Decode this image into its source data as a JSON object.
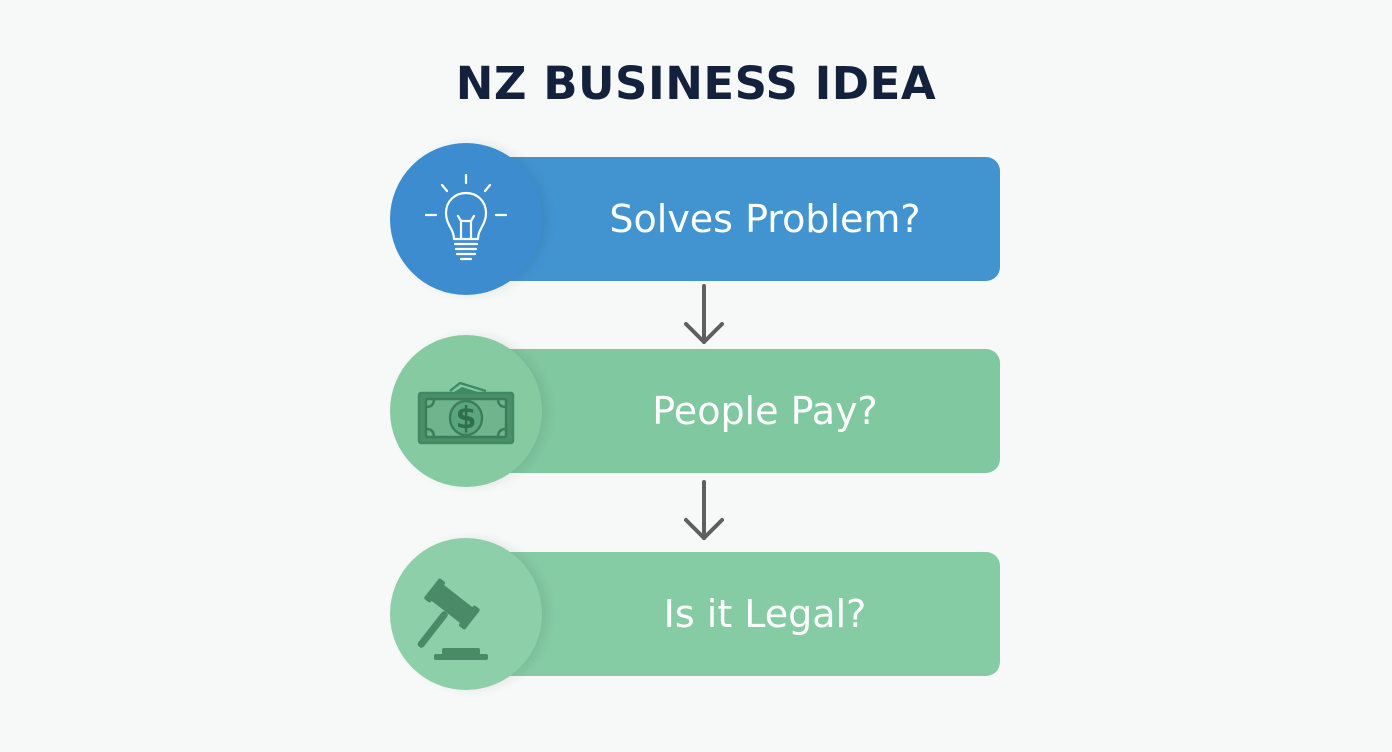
{
  "diagram": {
    "title": "NZ BUSINESS IDEA",
    "steps": [
      {
        "label": "Solves Problem?",
        "icon": "lightbulb-icon",
        "color": "#4294d1",
        "circle_color": "#3d8cd0"
      },
      {
        "label": "People Pay?",
        "icon": "money-icon",
        "color": "#7fc8a0",
        "circle_color": "#86caa2"
      },
      {
        "label": "Is it Legal?",
        "icon": "gavel-icon",
        "color": "#85cba4",
        "circle_color": "#8ccfa9"
      }
    ],
    "connector_color": "#5f5f5f"
  }
}
